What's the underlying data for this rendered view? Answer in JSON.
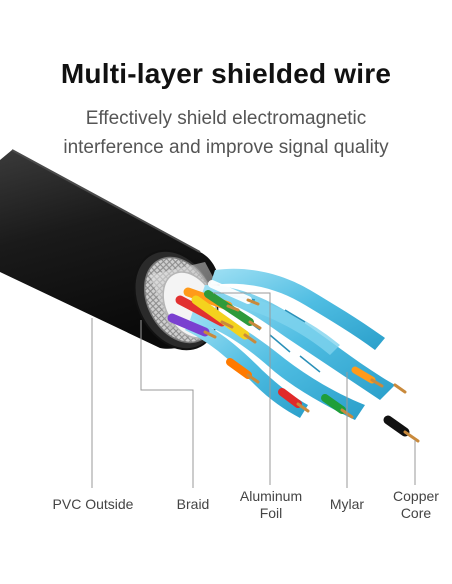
{
  "header": {
    "title": "Multi-layer shielded wire",
    "subtitle_line1": "Effectively shield electromagnetic",
    "subtitle_line2": "interference and improve signal quality"
  },
  "labels": [
    {
      "id": "pvc",
      "line1": "PVC Outside",
      "line2": ""
    },
    {
      "id": "braid",
      "line1": "Braid",
      "line2": ""
    },
    {
      "id": "foil",
      "line1": "Aluminum",
      "line2": "Foil"
    },
    {
      "id": "mylar",
      "line1": "Mylar",
      "line2": ""
    },
    {
      "id": "core",
      "line1": "Copper",
      "line2": "Core"
    }
  ],
  "colors": {
    "jacket": "#1c1c1c",
    "braid": "#c9c9c9",
    "foil": "#eeeeee",
    "mylar": "#5cc4e6",
    "copper": "#c98a3c",
    "wire_colors": [
      "#7a3fd0",
      "#e23030",
      "#ff9a1a",
      "#f4d21e",
      "#2f9a3a",
      "#ffffff",
      "#ff7a00",
      "#e02a2a",
      "#1e9e3a",
      "#111111"
    ]
  }
}
